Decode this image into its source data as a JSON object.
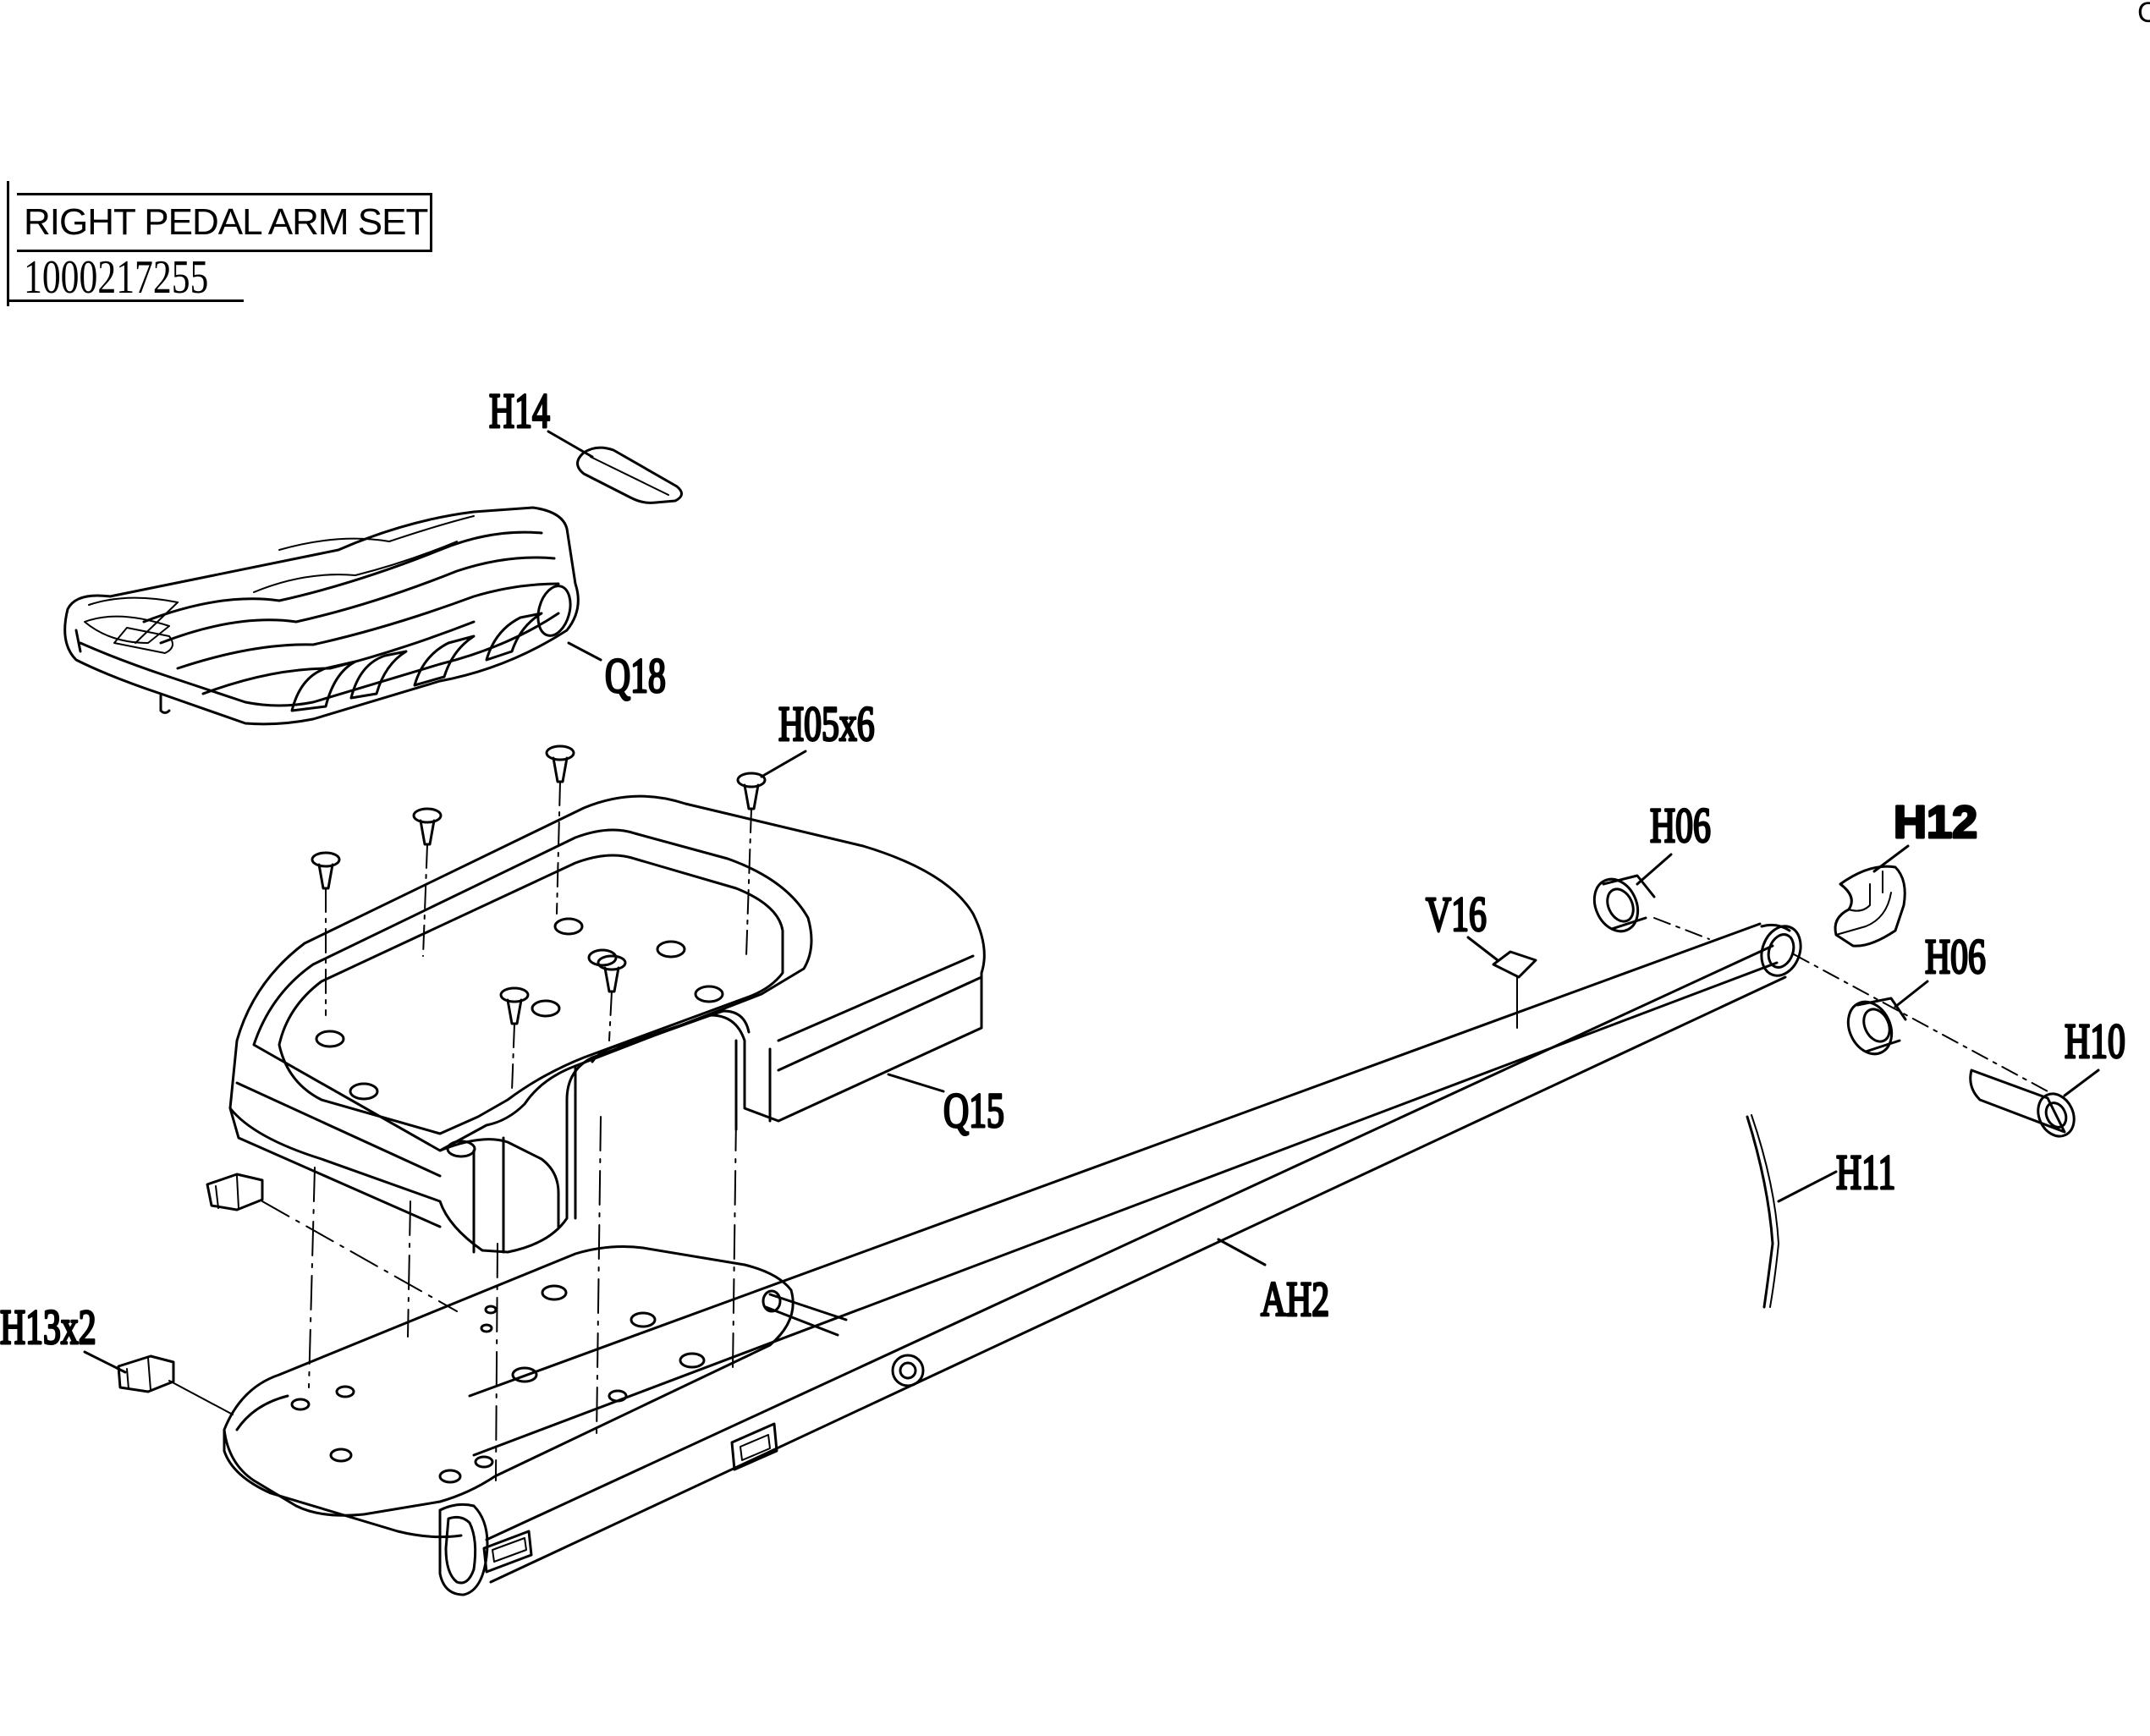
{
  "title_block": {
    "part_name": "RIGHT PEDAL ARM SET",
    "part_number": "1000217255",
    "corner_mark": "C"
  },
  "callouts": {
    "h14": "H14",
    "q18": "Q18",
    "h05": "H05x6",
    "q15": "Q15",
    "h06_top": "H06",
    "h12": "H12",
    "h06_bottom": "H06",
    "v16": "V16",
    "h10": "H10",
    "h11": "H11",
    "ah2": "AH2",
    "h13": "H13x2"
  }
}
